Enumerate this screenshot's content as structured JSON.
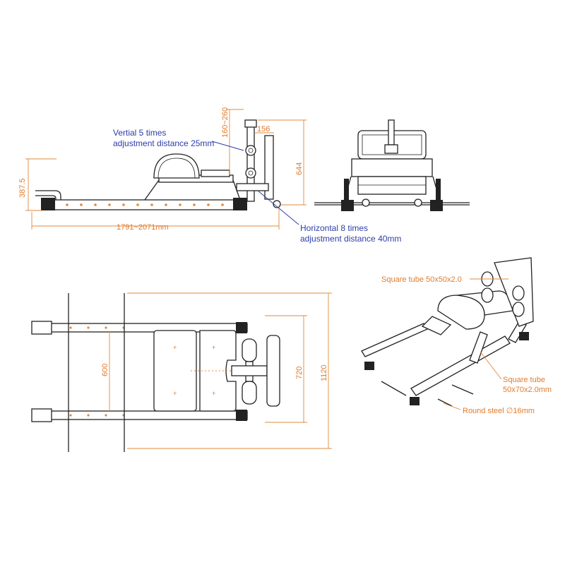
{
  "side_view": {
    "dim_total_length": "1791~2071mm",
    "dim_height": "387.5",
    "dim_pad_height": "160~260",
    "dim_pad_offset": "156",
    "dim_frame_height": "644",
    "note_vertical_line1": "Vertial 5 times",
    "note_vertical_line2": "adjustment distance 25mm",
    "note_horizontal_line1": "Horizontal 8 times",
    "note_horizontal_line2": "adjustment distance 40mm"
  },
  "top_view": {
    "dim_width_inner": "600",
    "dim_width_mid": "720",
    "dim_width_outer": "1120"
  },
  "iso_view": {
    "label_square_tube_small": "Square tube 50x50x2.0",
    "label_square_tube_large_line1": "Square tube",
    "label_square_tube_large_line2": "50x70x2.0mm",
    "label_round_steel": "Round steel ∅16mm"
  },
  "colors": {
    "dimension": "#e07b2c",
    "annotation": "#2c3ea8",
    "line": "#222222"
  }
}
